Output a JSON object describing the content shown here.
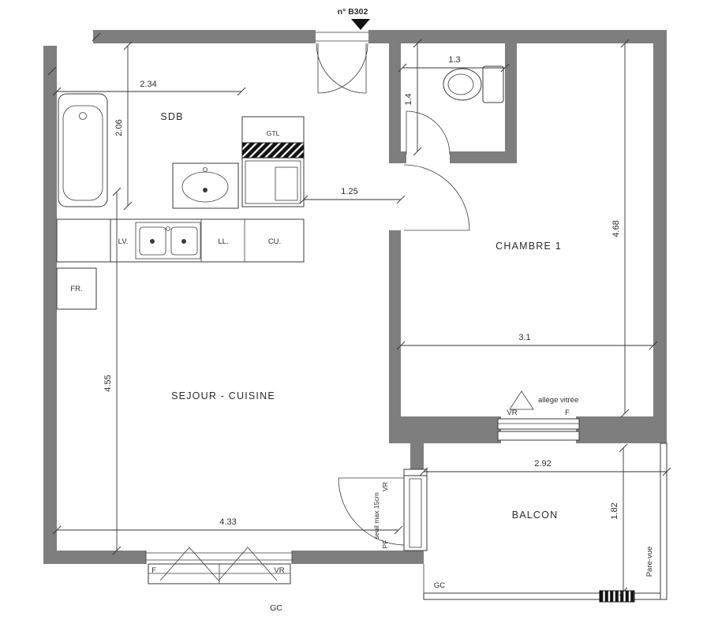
{
  "unit": {
    "number": "n° B302"
  },
  "rooms": {
    "sdb": "SDB",
    "chambre": "CHAMBRE 1",
    "sejour": "SEJOUR - CUISINE",
    "balcon": "BALCON"
  },
  "fixtures": {
    "gtl": "GTL",
    "lave_vaisselle": "LV.",
    "lave_linge": "LL.",
    "cuisson": "CU.",
    "frigo": "FR."
  },
  "dimensions": {
    "sdb_width": "2.34",
    "sdb_depth": "2.06",
    "wc_width": "1.3",
    "wc_depth": "1.4",
    "hall_width": "1.25",
    "chambre_depth": "4.68",
    "chambre_width": "3.1",
    "sejour_depth": "4.55",
    "sejour_width": "4.33",
    "balcon_width": "2.92",
    "balcon_depth": "1.82"
  },
  "openings": {
    "allege_vitree": "allège vitrée",
    "chambre_window_vr": "VR",
    "chambre_window_f": "F",
    "sejour_window_f": "F",
    "sejour_window_vr": "VR",
    "sejour_window_gc": "GC",
    "balcon_gc": "GC",
    "balcon_door_vr": "VR",
    "balcon_door_seuil": "seuil max 15cm",
    "balcon_door_pf": "PF",
    "pare_vue": "Pare-vue"
  },
  "colors": {
    "wall": "#7e7e7e",
    "line": "#333333"
  }
}
